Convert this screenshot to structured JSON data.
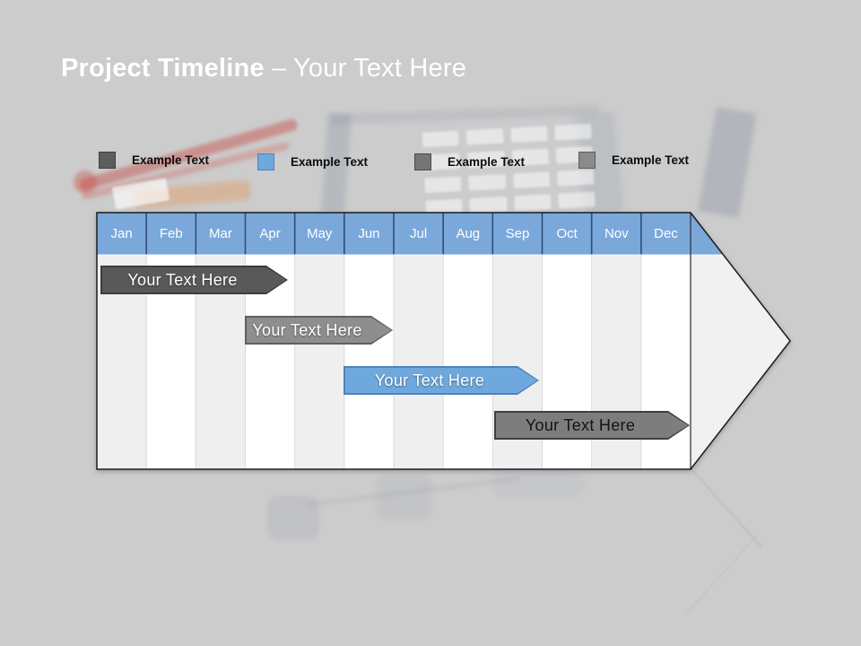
{
  "title": {
    "bold": "Project Timeline",
    "regular": "– Your Text Here"
  },
  "legend": {
    "items": [
      {
        "label": "Example Text",
        "color": "#595959"
      },
      {
        "label": "Example Text",
        "color": "#6fa8dc"
      },
      {
        "label": "Example Text",
        "color": "#757575"
      },
      {
        "label": "Example Text",
        "color": "#8b8b8b"
      }
    ]
  },
  "timeline": {
    "months": [
      "Jan",
      "Feb",
      "Mar",
      "Apr",
      "May",
      "Jun",
      "Jul",
      "Aug",
      "Sep",
      "Oct",
      "Nov",
      "Dec"
    ],
    "header_color": "#7ba8da",
    "column_stripe_colors": [
      "#efefef",
      "#ffffff"
    ],
    "bars": [
      {
        "label": "Your Text Here",
        "start_month": "Jan",
        "end_month": "Mar",
        "color": "#595959",
        "text_color": "#ffffff"
      },
      {
        "label": "Your Text Here",
        "start_month": "Apr",
        "end_month": "Jun",
        "color": "#8e8e8e",
        "text_color": "#ffffff"
      },
      {
        "label": "Your Text Here",
        "start_month": "Jun",
        "end_month": "Sep",
        "color": "#6fa8dc",
        "text_color": "#ffffff"
      },
      {
        "label": "Your Text Here",
        "start_month": "Sep",
        "end_month": "Dec",
        "color": "#7d7d7d",
        "text_color": "#141414"
      }
    ]
  }
}
